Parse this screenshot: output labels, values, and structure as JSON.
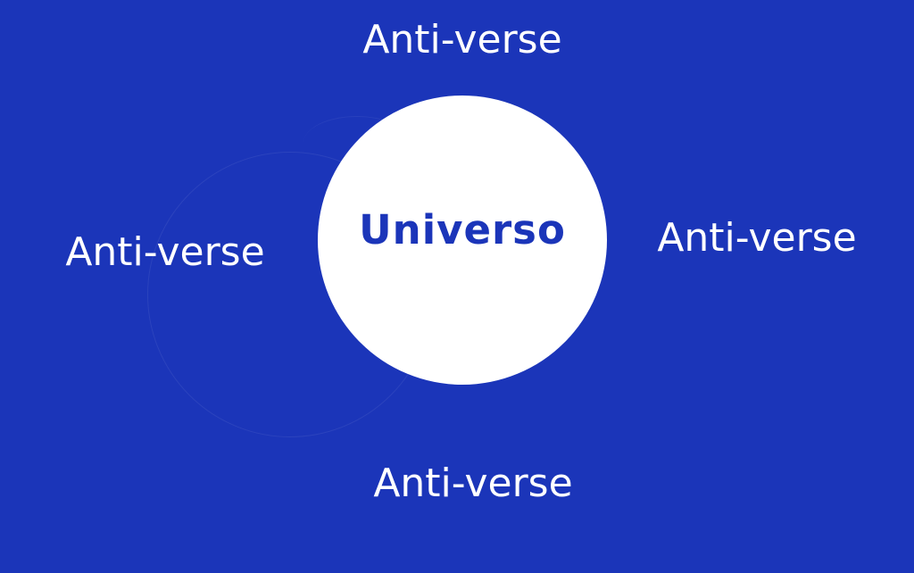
{
  "diagram": {
    "center": {
      "label": "Universo"
    },
    "surrounding": [
      {
        "position": "top",
        "label": "Anti-verse"
      },
      {
        "position": "left",
        "label": "Anti-verse"
      },
      {
        "position": "right",
        "label": "Anti-verse"
      },
      {
        "position": "bottom",
        "label": "Anti-verse"
      }
    ],
    "colors": {
      "background": "#1b35b9",
      "circle_fill": "#ffffff",
      "center_text": "#1b35b9",
      "outer_text": "#ffffff"
    }
  }
}
